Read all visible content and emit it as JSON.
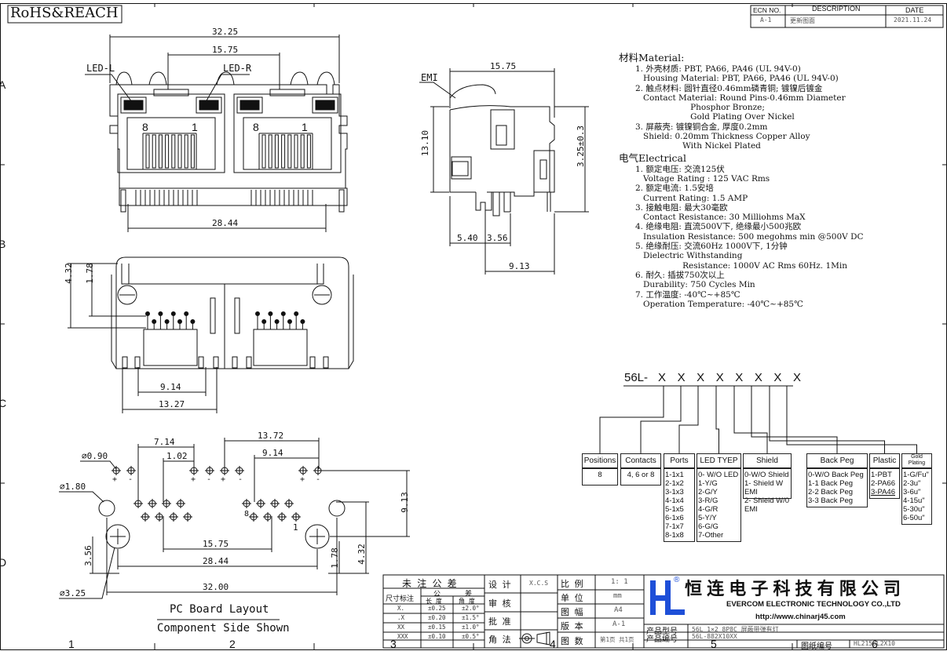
{
  "title_block": {
    "rohs": "RoHS&REACH"
  },
  "revision": {
    "headers": [
      "ECN NO.",
      "DESCRIPTION",
      "DATE"
    ],
    "row": [
      "A-1",
      "更新图面",
      "2021.11.24"
    ]
  },
  "border": {
    "cols": [
      "1",
      "2",
      "3",
      "4",
      "5",
      "6"
    ],
    "rows": [
      "A",
      "B",
      "C",
      "D"
    ]
  },
  "front_view": {
    "dim_top": "32.25",
    "dim_mid": "15.75",
    "led_l": "LED-L",
    "led_r": "LED-R",
    "pin8a": "8",
    "pin1a": "1",
    "pin8b": "8",
    "pin1b": "1",
    "dim_bottom": "28.44"
  },
  "side_view": {
    "emi": "EMI",
    "dim_top": "15.75",
    "dim_height": "13.10",
    "dim_right": "3.25±0.3",
    "dim_a": "5.40",
    "dim_b": "3.56",
    "dim_c": "9.13"
  },
  "bottom_view": {
    "dim_a": "4.32",
    "dim_b": "1.78",
    "dim_c": "9.14",
    "dim_d": "13.27"
  },
  "pcb_layout": {
    "d090": "⌀0.90",
    "d180": "⌀1.80",
    "d325": "⌀3.25",
    "dim_714": "7.14",
    "dim_102": "1.02",
    "dim_1372": "13.72",
    "dim_914": "9.14",
    "dim_913": "9.13",
    "dim_1575": "15.75",
    "dim_2844": "28.44",
    "dim_3200": "32.00",
    "dim_356": "3.56",
    "dim_178": "1.78",
    "dim_432": "4.32",
    "pin8": "8",
    "pin1": "1",
    "plus": "+",
    "minus": "-",
    "cap1": "PC Board Layout",
    "cap2": "Component Side Shown"
  },
  "spec": {
    "material_head": "材料Material:",
    "material": [
      "1. 外壳材质: PBT, PA66, PA46 (UL 94V-0)",
      "   Housing Material: PBT, PA66, PA46 (UL 94V-0)",
      "2. 触点材料: 圆针直径0.46mm磷青铜; 镀镍后镀金",
      "   Contact Material: Round Pins-0.46mm Diameter",
      "                     Phosphor Bronze;",
      "                     Gold Plating Over Nickel",
      "3. 屏蔽壳: 镀镍铜合金, 厚度0.2mm",
      "   Shield: 0.20mm Thickness Copper Alloy",
      "                  With Nickel Plated"
    ],
    "electrical_head": "电气Electrical",
    "electrical": [
      "1. 额定电压: 交流125伏",
      "   Voltage Rating : 125 VAC Rms",
      "2. 额定电流: 1.5安培",
      "   Current Rating: 1.5 AMP",
      "3. 接触电阻: 最大30毫欧",
      "   Contact Resistance: 30 Milliohms MaX",
      "4. 绝缘电阻: 直流500V下, 绝缘最小500兆欧",
      "   Insulation Resistance: 500 megohms min @500V DC",
      "5. 绝缘耐压: 交流60Hz 1000V下, 1分钟",
      "   Dielectric Withstanding",
      "                  Resistance: 1000V AC Rms 60Hz. 1Min",
      "6. 耐久: 插拔750次以上",
      "   Durability: 750 Cycles Min",
      "7. 工作温度: -40℃~+85℃",
      "   Operation Temperature: -40℃~+85℃"
    ]
  },
  "part_number": {
    "prefix": "56L-",
    "x": "X X X X X X X X"
  },
  "options": [
    {
      "head": "Positions",
      "items": [
        "8"
      ]
    },
    {
      "head": "Contacts",
      "items": [
        "4, 6 or 8"
      ]
    },
    {
      "head": "Ports",
      "items": [
        "1-1x1",
        "2-1x2",
        "3-1x3",
        "4-1x4",
        "5-1x5",
        "6-1x6",
        "7-1x7",
        "8-1x8"
      ]
    },
    {
      "head": "LED TYEP",
      "items": [
        "0- W/O LED",
        "1-Y/G",
        "2-G/Y",
        "3-R/G",
        "4-G/R",
        "5-Y/Y",
        "6-G/G",
        "7-Other"
      ]
    },
    {
      "head": "Shield",
      "items": [
        "0-W/O Shield",
        "1- Shield W EMI",
        "2- Shield W/0 EMI"
      ]
    },
    {
      "head": "Back Peg",
      "items": [
        "0-W/O  Back Peg",
        "1-1 Back Peg",
        "2-2 Back Peg",
        "3-3 Back Peg"
      ]
    },
    {
      "head": "Plastic",
      "items": [
        "1-PBT",
        "2-PA66",
        "3-PA46"
      ]
    },
    {
      "head": "Gold Plating",
      "items": [
        "1-G/Fu\"",
        "2-3u\"",
        "3-6u\"",
        "4-15u\"",
        "5-30u\"",
        "6-50u\""
      ]
    }
  ],
  "tolerance": {
    "head": "未 注 公 差",
    "size_label": "尺寸标注",
    "gong": "公",
    "cha": "差",
    "len": "长 度",
    "ang": "角 度",
    "rows": [
      [
        "X.",
        "±0.25",
        "±2.0°"
      ],
      [
        ".X",
        "±0.20",
        "±1.5°"
      ],
      [
        "XX",
        "±0.15",
        "±1.0°"
      ],
      [
        "XXX",
        "±0.10",
        "±0.5°"
      ]
    ]
  },
  "approvals": {
    "design": "设 计",
    "review": "审 核",
    "approve": "批 准",
    "angle": "角 法",
    "xcs": "X.C.S"
  },
  "sheet": {
    "scale_l": "比 例",
    "scale_v": "1: 1",
    "unit_l": "单 位",
    "unit_v": "mm",
    "size_l": "图 幅",
    "size_v": "A4",
    "ver_l": "版 本",
    "ver_v": "A-1",
    "pages_l": "图 数",
    "pages_v": "第1页 共1页"
  },
  "company": {
    "cn": "恒 连 电 子 科 技 有 限 公 司",
    "en": "EVERCOM ELECTRONIC TECHNOLOGY CO.,LTD",
    "url": "http://www.chinarj45.com",
    "mark": "®"
  },
  "product": {
    "model_l": "产品型号",
    "model_v": "56L 1×2 8P8C 屏蔽带弹有灯",
    "code_l": "产品编号",
    "code_v": "56L-882X10XX",
    "drawing_l": "图纸编号",
    "drawing_v": "HL2156L2X10"
  }
}
